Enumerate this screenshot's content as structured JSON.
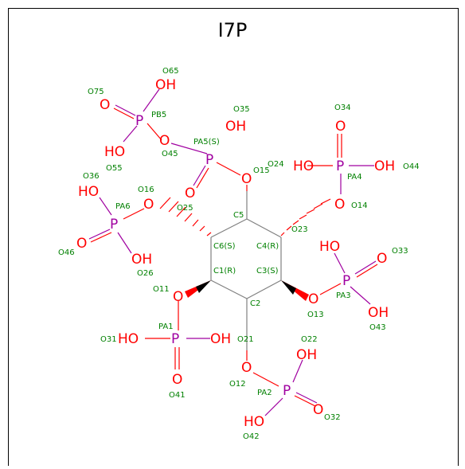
{
  "title": "I7P",
  "colors": {
    "oxygen": "#ff0000",
    "phosphorus": "#a000a0",
    "label": "#008000",
    "bond": "#808080"
  },
  "atoms": {
    "OH_65": "OH",
    "O_75": "O",
    "P_B5": "P",
    "HO_55": "HO",
    "O_45": "O",
    "OH_35": "OH",
    "P_A5": "P",
    "O_A5": "O",
    "O_15": "O",
    "O_34": "O",
    "HO_24": "HO",
    "P_A4": "P",
    "OH_44": "OH",
    "O_14": "O",
    "HO_36": "HO",
    "O_16": "O",
    "P_A6": "P",
    "O_46": "O",
    "OH_26": "OH",
    "HO_33": "HO",
    "O_33": "O",
    "P_A3": "P",
    "O_13": "O",
    "OH_43": "OH",
    "O_11": "O",
    "HO_31": "HO",
    "P_A1": "P",
    "OH_21": "OH",
    "O_41": "O",
    "O_12": "O",
    "OH_22": "OH",
    "P_A2": "P",
    "O_32": "O",
    "HO_42": "HO"
  },
  "labels": {
    "O65": "O65",
    "O75": "O75",
    "PB5": "PB5",
    "O55": "O55",
    "O45": "O45",
    "O35": "O35",
    "PA5S": "PA5(S)",
    "O15": "O15",
    "O24": "O24",
    "O34": "O34",
    "PA4": "PA4",
    "O44": "O44",
    "O14": "O14",
    "O36": "O36",
    "O16": "O16",
    "PA6": "PA6",
    "O25": "O25",
    "O46": "O46",
    "O26": "O26",
    "C5": "C5",
    "C6S": "C6(S)",
    "C4R": "C4(R)",
    "C1R": "C1(R)",
    "C3S": "C3(S)",
    "C2": "C2",
    "O23": "O23",
    "O33": "O33",
    "PA3": "PA3",
    "O13": "O13",
    "O43": "O43",
    "O11": "O11",
    "PA1": "PA1",
    "O31": "O31",
    "O21": "O21",
    "O41": "O41",
    "O22": "O22",
    "O12": "O12",
    "PA2": "PA2",
    "O32": "O32",
    "O42": "O42"
  }
}
